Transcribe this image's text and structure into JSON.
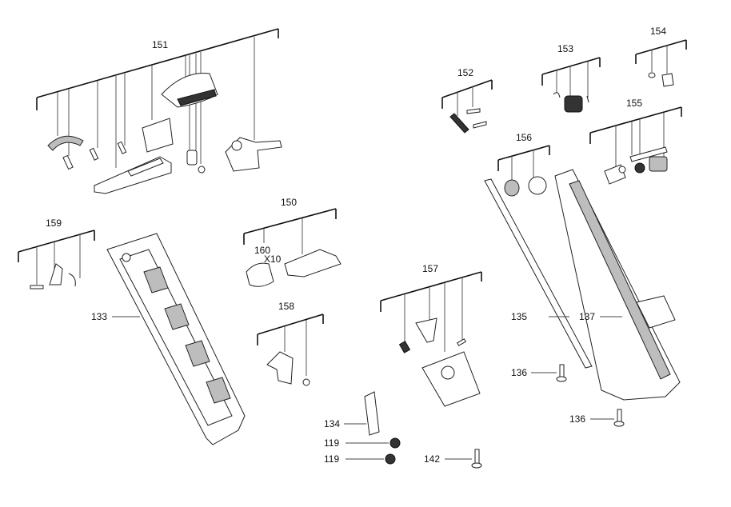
{
  "callouts": {
    "c151": "151",
    "c152": "152",
    "c153": "153",
    "c154": "154",
    "c155": "155",
    "c156": "156",
    "c150": "150",
    "c160": "160",
    "c160_qty": "X10",
    "c159": "159",
    "c157": "157",
    "c158": "158",
    "c133": "133",
    "c135": "135",
    "c137": "137",
    "c136a": "136",
    "c136b": "136",
    "c134": "134",
    "c119a": "119",
    "c119b": "119",
    "c142": "142"
  }
}
